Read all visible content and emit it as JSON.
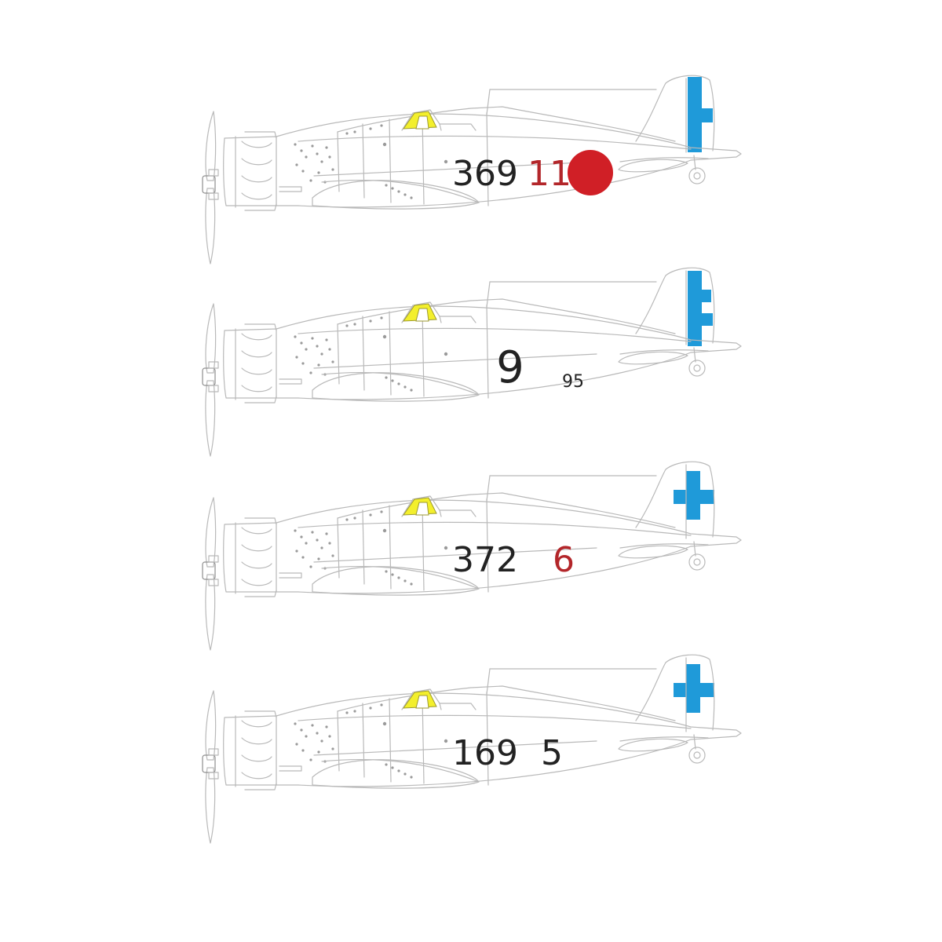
{
  "colors": {
    "outline": "#b9b9b9",
    "canopy": "#f3ef2c",
    "blue_cross": "#1f9ad9",
    "roundel_red": "#d01f26",
    "digit_red": "#b3262a",
    "digit_black": "#222222"
  },
  "aircraft": [
    {
      "tail_style": "rudder-cross",
      "serial": "369",
      "unit_number": "11",
      "unit_number_color": "red",
      "secondary": "",
      "roundel": true
    },
    {
      "tail_style": "rudder-double-cross",
      "serial": "",
      "unit_number": "9",
      "unit_number_color": "black",
      "secondary": "95",
      "roundel": false
    },
    {
      "tail_style": "fin-cross",
      "serial": "372",
      "unit_number": "6",
      "unit_number_color": "red",
      "secondary": "",
      "roundel": false
    },
    {
      "tail_style": "fin-cross",
      "serial": "169",
      "unit_number": "5",
      "unit_number_color": "black",
      "secondary": "",
      "roundel": false
    }
  ]
}
